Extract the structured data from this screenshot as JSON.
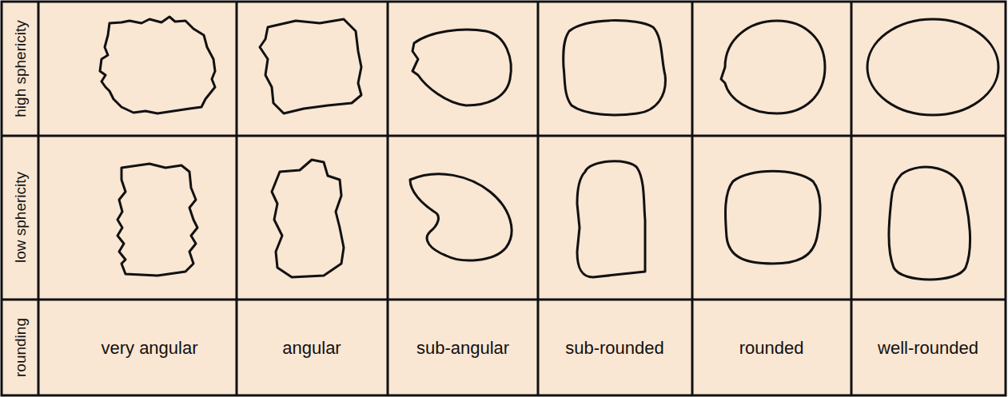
{
  "diagram": {
    "labels": [
      "high sphericity",
      "low sphericity",
      "rounding",
      "very angular",
      "angular",
      "sub-angular",
      "sub-rounded",
      "rounded",
      "well-rounded"
    ]
  }
}
